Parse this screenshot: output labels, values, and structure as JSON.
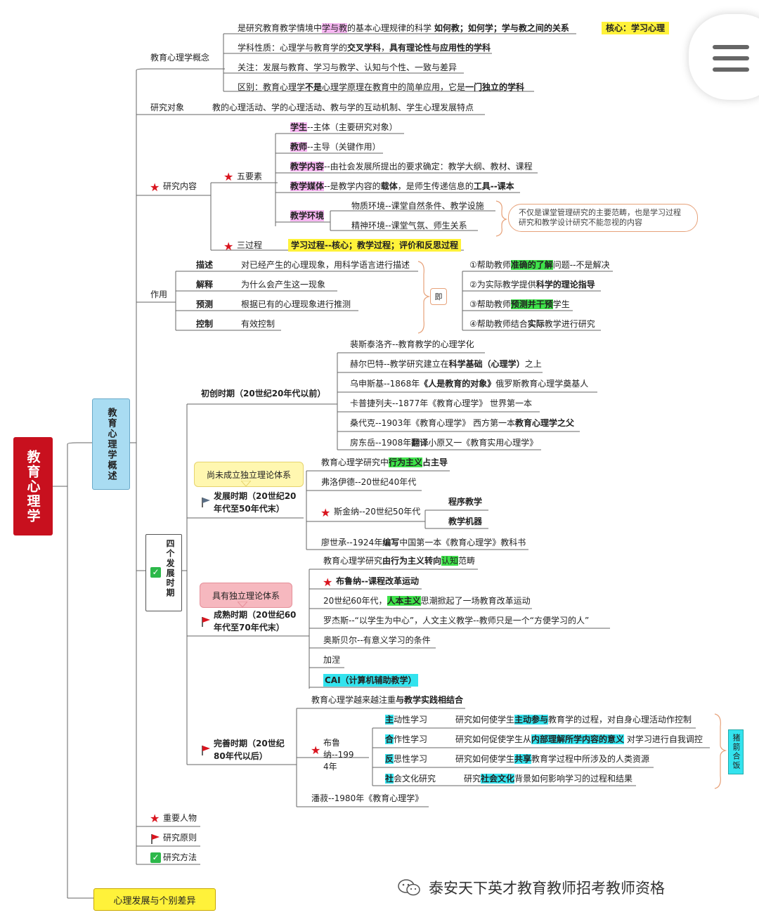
{
  "root": "教育心理学",
  "overview": "教育心理学概述",
  "bottom_box": "心理发展与个别差异",
  "concept": {
    "label": "教育心理学概念",
    "definition": {
      "pre": "是研究教育教学情境中",
      "hl": "学与教",
      "post": "的基本心理规律的科学",
      "bold": "如何教；如何学；学与教之间的关系"
    },
    "core": "核心：学习心理",
    "nature": {
      "pre": "学科性质：心理学与教育学的",
      "b1": "交叉学科",
      "mid": "，",
      "b2": "具有理论性与应用性的学科"
    },
    "focus": "关注：发展与教育、学习与教学、认知与个性、一致与差异",
    "distinction": {
      "pre": "区别：教育心理学",
      "b1": "不是",
      "mid": "心理学原理在教育中的简单应用，它是",
      "b2": "一门独立的学科"
    }
  },
  "object": {
    "label": "研究对象",
    "text": "教的心理活动、学的心理活动、教与学的互动机制、学生心理发展特点"
  },
  "content": {
    "label": "研究内容",
    "five_label": "五要素",
    "elements": [
      {
        "hl": "学生",
        "text": "--主体（主要研究对象）"
      },
      {
        "hl": "教师",
        "text": "--主导（关键作用）"
      },
      {
        "hl": "教学内容",
        "text": "--由社会发展所提出的要求确定：教学大纲、教材、课程"
      },
      {
        "hl": "教学媒体",
        "pre": "--是教学内容的",
        "b1": "载体",
        "mid": "，是师生传递信息的",
        "b2": "工具--课本"
      },
      {
        "hl": "教学环境"
      }
    ],
    "env_physical": "物质环境--课堂自然条件、教学设施",
    "env_mental": "精神环境--课堂气氛、师生关系",
    "env_note": "不仅是课堂管理研究的主要范畴，也是学习过程研究和教学设计研究不能忽视的内容",
    "three_label": "三过程",
    "three_text": "学习过程--核心；教学过程；评价和反思过程"
  },
  "function": {
    "label": "作用",
    "items": [
      {
        "name": "描述",
        "text": "对已经产生的心理现象，用科学语言进行描述"
      },
      {
        "name": "解释",
        "text": "为什么会产生这一现象"
      },
      {
        "name": "预测",
        "text": "根据已有的心理现象进行推测"
      },
      {
        "name": "控制",
        "text": "有效控制"
      }
    ],
    "ji": "即",
    "means": [
      {
        "pre": "①帮助教师",
        "hl": "准确的了解",
        "post": "问题--不是解决"
      },
      {
        "pre": "②为实际教学提供",
        "b": "科学的理论指导"
      },
      {
        "pre": "③帮助教师",
        "hl": "预测并干预",
        "post": "学生"
      },
      {
        "pre": "④帮助教师结合",
        "b": "实际",
        "post": "教学进行研究"
      }
    ]
  },
  "periods": {
    "label": "四个发展时期",
    "p1": {
      "label": "初创时期（20世纪20年代以前）",
      "items": [
        {
          "text": "裴斯泰洛齐--教育教学的心理学化"
        },
        {
          "pre": "赫尔巴特--教学研究建立在",
          "b": "科学基础（心理学）",
          "post": "之上"
        },
        {
          "pre": "乌申斯基--1868年",
          "b": "《人是教育的对象》",
          "post": "俄罗斯教育心理学奠基人"
        },
        {
          "text": "卡普捷列夫--1877年《教育心理学》 世界第一本"
        },
        {
          "pre": "桑代克--1903年《教育心理学》 西方第一本",
          "b": "教育心理学之父"
        },
        {
          "pre": "房东岳--1908年",
          "b": "翻译",
          "post": "小原又一《教育实用心理学》"
        }
      ]
    },
    "callout1": "尚未成立独立理论体系",
    "p2": {
      "label": "发展时期（20世纪20年代至50年代末）",
      "line1": "发展时期（20世纪20",
      "line2": "年代至50年代末）",
      "items": [
        {
          "pre": "教育心理学研究中",
          "hl": "行为主义",
          "b": "占主导"
        },
        {
          "text": "弗洛伊德--20世纪40年代"
        },
        {
          "text": "斯金纳--20世纪50年代",
          "subs": [
            "程序教学",
            "教学机器"
          ]
        },
        {
          "pre": "廖世承--1924年",
          "b": "编写",
          "post": "中国第一本《教育心理学》教科书"
        }
      ]
    },
    "callout2": "具有独立理论体系",
    "p3": {
      "line1": "成熟时期（20世纪60",
      "line2": "年代至70年代末）",
      "items": [
        {
          "pre": "教育心理学研究",
          "b": "由行为主义转向",
          "hl": "认知",
          "post": "范畴"
        },
        {
          "b": "布鲁纳--课程改革运动"
        },
        {
          "pre": "20世纪60年代，",
          "hl": "人本主义",
          "post": "思潮掀起了一场教育改革运动"
        },
        {
          "text": "罗杰斯--“以学生为中心”，人文主义教学--教师只是一个“方便学习的人”"
        },
        {
          "text": "奥斯贝尔--有意义学习的条件"
        },
        {
          "text": "加涅"
        },
        {
          "hl": "CAI（计算机辅助教学）"
        }
      ]
    },
    "p4": {
      "line1": "完善时期（20世纪",
      "line2": "80年代以后）",
      "intro": {
        "pre": "教育心理学越来越注重",
        "b": "与教学实践相结合"
      },
      "bruner": "布鲁纳--1994年",
      "bruner_l1": "布鲁",
      "bruner_l2": "纳--199",
      "bruner_l3": "4年",
      "learn": [
        {
          "hl": "主",
          "name": "动性学习",
          "pre": "研究如何使学生",
          "b": "主动参与",
          "post": "教育学的过程，对自身心理活动作控制"
        },
        {
          "hl": "合",
          "name": "作性学习",
          "pre": "研究如何促使学生从",
          "b": "内部理解所学内容的意义",
          "post": "对学习进行自我调控"
        },
        {
          "hl": "反",
          "name": "思性学习",
          "pre": "研究如何使学生",
          "b": "共享",
          "post": "教育学过程中所涉及的人类资源"
        },
        {
          "hl": "社",
          "name": "会文化研究",
          "pre": "研究",
          "b": "社会文化",
          "post": "背景如何影响学习的过程和结果"
        }
      ],
      "combine": "猪箭合饭",
      "pan": "潘菽--1980年《教育心理学》"
    }
  },
  "people": "重要人物",
  "principles": "研究原则",
  "methods": "研究方法",
  "watermark": "泰安天下英才教育教师招考教师资格",
  "colors": {
    "root": "#c8101e",
    "overview": "#a9dcf2",
    "highlight_yellow": "#fff23a",
    "highlight_pink": "#f7b6f2",
    "highlight_green": "#3ee24a",
    "highlight_cyan": "#33e3ee",
    "star": "#d9141e"
  }
}
